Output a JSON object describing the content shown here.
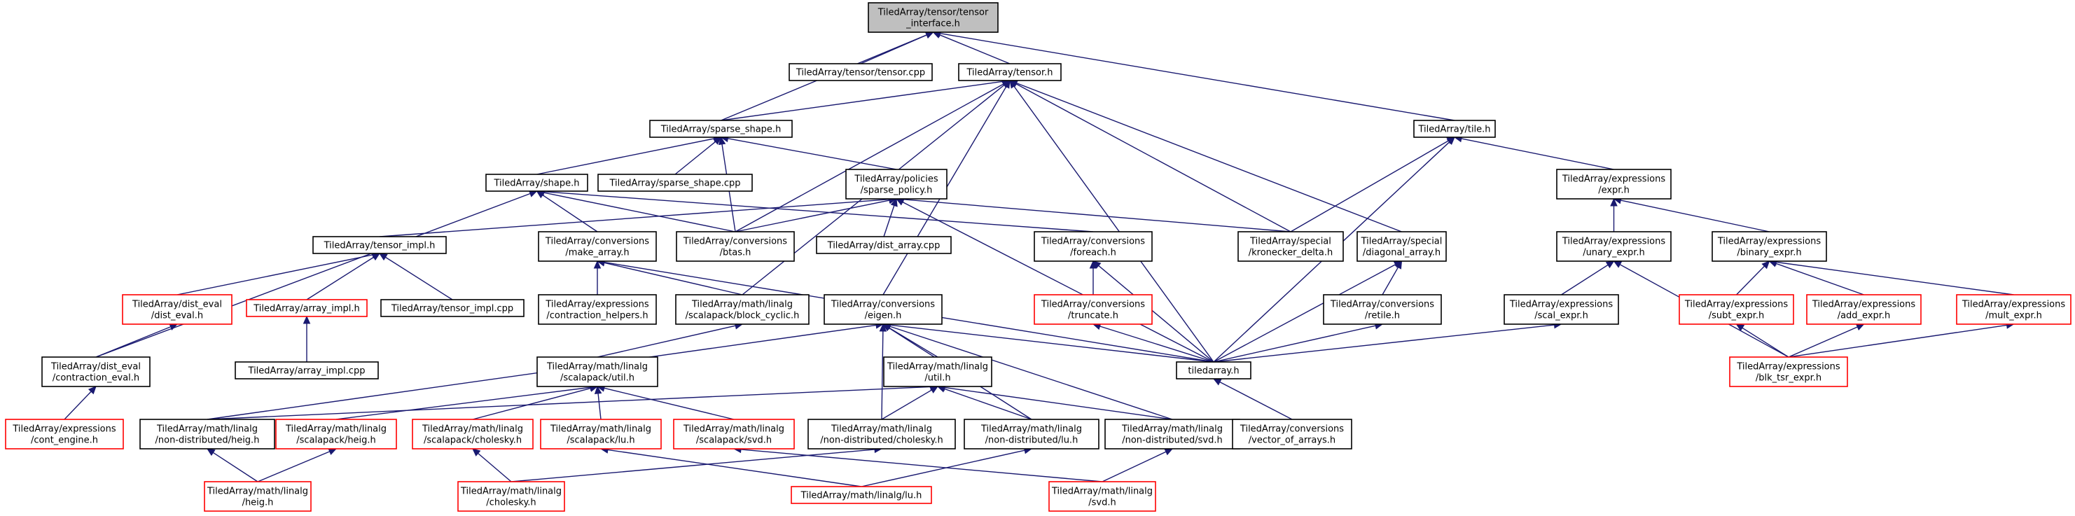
{
  "colors": {
    "edge": "#191970",
    "root_fill": "#bfbfbf",
    "node_border": "#000000",
    "incomplete_border": "#ff0000"
  },
  "nodes": [
    {
      "id": "tensor_interface",
      "lines": [
        "TiledArray/tensor/tensor",
        "_interface.h"
      ],
      "border": "root"
    },
    {
      "id": "tensor_cpp",
      "lines": [
        "TiledArray/tensor/tensor.cpp"
      ],
      "border": "black"
    },
    {
      "id": "tensor_h",
      "lines": [
        "TiledArray/tensor.h"
      ],
      "border": "black"
    },
    {
      "id": "tile_h",
      "lines": [
        "TiledArray/tile.h"
      ],
      "border": "black"
    },
    {
      "id": "sparse_shape_h",
      "lines": [
        "TiledArray/sparse_shape.h"
      ],
      "border": "black"
    },
    {
      "id": "shape_h",
      "lines": [
        "TiledArray/shape.h"
      ],
      "border": "black"
    },
    {
      "id": "sparse_shape_cpp",
      "lines": [
        "TiledArray/sparse_shape.cpp"
      ],
      "border": "black"
    },
    {
      "id": "sparse_policy_h",
      "lines": [
        "TiledArray/policies",
        "/sparse_policy.h"
      ],
      "border": "black"
    },
    {
      "id": "expr_h",
      "lines": [
        "TiledArray/expressions",
        "/expr.h"
      ],
      "border": "black"
    },
    {
      "id": "tensor_impl_h",
      "lines": [
        "TiledArray/tensor_impl.h"
      ],
      "border": "black"
    },
    {
      "id": "make_array_h",
      "lines": [
        "TiledArray/conversions",
        "/make_array.h"
      ],
      "border": "black"
    },
    {
      "id": "btas_h",
      "lines": [
        "TiledArray/conversions",
        "/btas.h"
      ],
      "border": "black"
    },
    {
      "id": "dist_array_cpp",
      "lines": [
        "TiledArray/dist_array.cpp"
      ],
      "border": "black"
    },
    {
      "id": "foreach_h",
      "lines": [
        "TiledArray/conversions",
        "/foreach.h"
      ],
      "border": "black"
    },
    {
      "id": "kronecker_delta_h",
      "lines": [
        "TiledArray/special",
        "/kronecker_delta.h"
      ],
      "border": "black"
    },
    {
      "id": "diagonal_array_h",
      "lines": [
        "TiledArray/special",
        "/diagonal_array.h"
      ],
      "border": "black"
    },
    {
      "id": "unary_expr_h",
      "lines": [
        "TiledArray/expressions",
        "/unary_expr.h"
      ],
      "border": "black"
    },
    {
      "id": "binary_expr_h",
      "lines": [
        "TiledArray/expressions",
        "/binary_expr.h"
      ],
      "border": "black"
    },
    {
      "id": "dist_eval_h",
      "lines": [
        "TiledArray/dist_eval",
        "/dist_eval.h"
      ],
      "border": "red"
    },
    {
      "id": "array_impl_h",
      "lines": [
        "TiledArray/array_impl.h"
      ],
      "border": "red"
    },
    {
      "id": "tensor_impl_cpp",
      "lines": [
        "TiledArray/tensor_impl.cpp"
      ],
      "border": "black"
    },
    {
      "id": "contraction_helpers_h",
      "lines": [
        "TiledArray/expressions",
        "/contraction_helpers.h"
      ],
      "border": "black"
    },
    {
      "id": "block_cyclic_h",
      "lines": [
        "TiledArray/math/linalg",
        "/scalapack/block_cyclic.h"
      ],
      "border": "black"
    },
    {
      "id": "eigen_h",
      "lines": [
        "TiledArray/conversions",
        "/eigen.h"
      ],
      "border": "black"
    },
    {
      "id": "truncate_h",
      "lines": [
        "TiledArray/conversions",
        "/truncate.h"
      ],
      "border": "red"
    },
    {
      "id": "retile_h",
      "lines": [
        "TiledArray/conversions",
        "/retile.h"
      ],
      "border": "black"
    },
    {
      "id": "scal_expr_h",
      "lines": [
        "TiledArray/expressions",
        "/scal_expr.h"
      ],
      "border": "black"
    },
    {
      "id": "subt_expr_h",
      "lines": [
        "TiledArray/expressions",
        "/subt_expr.h"
      ],
      "border": "red"
    },
    {
      "id": "add_expr_h",
      "lines": [
        "TiledArray/expressions",
        "/add_expr.h"
      ],
      "border": "red"
    },
    {
      "id": "mult_expr_h",
      "lines": [
        "TiledArray/expressions",
        "/mult_expr.h"
      ],
      "border": "red"
    },
    {
      "id": "contraction_eval_h",
      "lines": [
        "TiledArray/dist_eval",
        "/contraction_eval.h"
      ],
      "border": "black"
    },
    {
      "id": "array_impl_cpp",
      "lines": [
        "TiledArray/array_impl.cpp"
      ],
      "border": "black"
    },
    {
      "id": "scalapack_util_h",
      "lines": [
        "TiledArray/math/linalg",
        "/scalapack/util.h"
      ],
      "border": "black"
    },
    {
      "id": "linalg_util_h",
      "lines": [
        "TiledArray/math/linalg",
        "/util.h"
      ],
      "border": "black"
    },
    {
      "id": "tiledarray_h",
      "lines": [
        "tiledarray.h"
      ],
      "border": "black"
    },
    {
      "id": "blk_tsr_expr_h",
      "lines": [
        "TiledArray/expressions",
        "/blk_tsr_expr.h"
      ],
      "border": "red"
    },
    {
      "id": "cont_engine_h",
      "lines": [
        "TiledArray/expressions",
        "/cont_engine.h"
      ],
      "border": "red"
    },
    {
      "id": "nd_heig_h",
      "lines": [
        "TiledArray/math/linalg",
        "/non-distributed/heig.h"
      ],
      "border": "black"
    },
    {
      "id": "sp_heig_h",
      "lines": [
        "TiledArray/math/linalg",
        "/scalapack/heig.h"
      ],
      "border": "red"
    },
    {
      "id": "sp_cholesky_h",
      "lines": [
        "TiledArray/math/linalg",
        "/scalapack/cholesky.h"
      ],
      "border": "red"
    },
    {
      "id": "sp_lu_h",
      "lines": [
        "TiledArray/math/linalg",
        "/scalapack/lu.h"
      ],
      "border": "red"
    },
    {
      "id": "sp_svd_h",
      "lines": [
        "TiledArray/math/linalg",
        "/scalapack/svd.h"
      ],
      "border": "red"
    },
    {
      "id": "nd_cholesky_h",
      "lines": [
        "TiledArray/math/linalg",
        "/non-distributed/cholesky.h"
      ],
      "border": "black"
    },
    {
      "id": "nd_lu_h",
      "lines": [
        "TiledArray/math/linalg",
        "/non-distributed/lu.h"
      ],
      "border": "black"
    },
    {
      "id": "nd_svd_h",
      "lines": [
        "TiledArray/math/linalg",
        "/non-distributed/svd.h"
      ],
      "border": "black"
    },
    {
      "id": "vector_of_arrays_h",
      "lines": [
        "TiledArray/conversions",
        "/vector_of_arrays.h"
      ],
      "border": "black"
    },
    {
      "id": "heig_h",
      "lines": [
        "TiledArray/math/linalg",
        "/heig.h"
      ],
      "border": "red"
    },
    {
      "id": "cholesky_h",
      "lines": [
        "TiledArray/math/linalg",
        "/cholesky.h"
      ],
      "border": "red"
    },
    {
      "id": "lu_h",
      "lines": [
        "TiledArray/math/linalg/lu.h"
      ],
      "border": "red"
    },
    {
      "id": "svd_h",
      "lines": [
        "TiledArray/math/linalg",
        "/svd.h"
      ],
      "border": "red"
    }
  ],
  "edges": [
    [
      "tensor_interface",
      "tensor_cpp"
    ],
    [
      "tensor_interface",
      "tensor_h"
    ],
    [
      "tensor_interface",
      "tile_h"
    ],
    [
      "tensor_interface",
      "sparse_shape_h"
    ],
    [
      "tensor_h",
      "sparse_shape_h"
    ],
    [
      "tensor_h",
      "btas_h"
    ],
    [
      "tensor_h",
      "kronecker_delta_h"
    ],
    [
      "tensor_h",
      "diagonal_array_h"
    ],
    [
      "tensor_h",
      "block_cyclic_h"
    ],
    [
      "tensor_h",
      "eigen_h"
    ],
    [
      "tensor_h",
      "tiledarray_h"
    ],
    [
      "tile_h",
      "kronecker_delta_h"
    ],
    [
      "tile_h",
      "expr_h"
    ],
    [
      "tile_h",
      "tiledarray_h"
    ],
    [
      "sparse_shape_h",
      "shape_h"
    ],
    [
      "sparse_shape_h",
      "sparse_shape_cpp"
    ],
    [
      "sparse_shape_h",
      "sparse_policy_h"
    ],
    [
      "sparse_shape_h",
      "btas_h"
    ],
    [
      "shape_h",
      "contraction_eval_h"
    ],
    [
      "shape_h",
      "make_array_h"
    ],
    [
      "shape_h",
      "btas_h"
    ],
    [
      "shape_h",
      "foreach_h"
    ],
    [
      "sparse_policy_h",
      "tensor_impl_h"
    ],
    [
      "sparse_policy_h",
      "btas_h"
    ],
    [
      "sparse_policy_h",
      "dist_array_cpp"
    ],
    [
      "sparse_policy_h",
      "kronecker_delta_h"
    ],
    [
      "sparse_policy_h",
      "tiledarray_h"
    ],
    [
      "expr_h",
      "unary_expr_h"
    ],
    [
      "expr_h",
      "binary_expr_h"
    ],
    [
      "tensor_impl_h",
      "dist_eval_h"
    ],
    [
      "tensor_impl_h",
      "array_impl_h"
    ],
    [
      "tensor_impl_h",
      "tensor_impl_cpp"
    ],
    [
      "make_array_h",
      "contraction_helpers_h"
    ],
    [
      "make_array_h",
      "block_cyclic_h"
    ],
    [
      "make_array_h",
      "tiledarray_h"
    ],
    [
      "foreach_h",
      "truncate_h"
    ],
    [
      "foreach_h",
      "tiledarray_h"
    ],
    [
      "diagonal_array_h",
      "retile_h"
    ],
    [
      "diagonal_array_h",
      "tiledarray_h"
    ],
    [
      "unary_expr_h",
      "scal_expr_h"
    ],
    [
      "unary_expr_h",
      "blk_tsr_expr_h"
    ],
    [
      "binary_expr_h",
      "subt_expr_h"
    ],
    [
      "binary_expr_h",
      "add_expr_h"
    ],
    [
      "binary_expr_h",
      "mult_expr_h"
    ],
    [
      "dist_eval_h",
      "contraction_eval_h"
    ],
    [
      "array_impl_h",
      "array_impl_cpp"
    ],
    [
      "block_cyclic_h",
      "scalapack_util_h"
    ],
    [
      "eigen_h",
      "linalg_util_h"
    ],
    [
      "eigen_h",
      "tiledarray_h"
    ],
    [
      "eigen_h",
      "nd_heig_h"
    ],
    [
      "eigen_h",
      "nd_cholesky_h"
    ],
    [
      "eigen_h",
      "nd_lu_h"
    ],
    [
      "eigen_h",
      "nd_svd_h"
    ],
    [
      "truncate_h",
      "tiledarray_h"
    ],
    [
      "retile_h",
      "tiledarray_h"
    ],
    [
      "scal_expr_h",
      "tiledarray_h"
    ],
    [
      "subt_expr_h",
      "blk_tsr_expr_h"
    ],
    [
      "add_expr_h",
      "blk_tsr_expr_h"
    ],
    [
      "mult_expr_h",
      "blk_tsr_expr_h"
    ],
    [
      "contraction_eval_h",
      "cont_engine_h"
    ],
    [
      "scalapack_util_h",
      "sp_heig_h"
    ],
    [
      "scalapack_util_h",
      "sp_cholesky_h"
    ],
    [
      "scalapack_util_h",
      "sp_lu_h"
    ],
    [
      "scalapack_util_h",
      "sp_svd_h"
    ],
    [
      "linalg_util_h",
      "nd_heig_h"
    ],
    [
      "linalg_util_h",
      "nd_cholesky_h"
    ],
    [
      "linalg_util_h",
      "nd_lu_h"
    ],
    [
      "linalg_util_h",
      "nd_svd_h"
    ],
    [
      "tiledarray_h",
      "vector_of_arrays_h"
    ],
    [
      "nd_heig_h",
      "heig_h"
    ],
    [
      "sp_heig_h",
      "heig_h"
    ],
    [
      "sp_cholesky_h",
      "cholesky_h"
    ],
    [
      "sp_lu_h",
      "lu_h"
    ],
    [
      "sp_svd_h",
      "svd_h"
    ],
    [
      "nd_cholesky_h",
      "cholesky_h"
    ],
    [
      "nd_lu_h",
      "lu_h"
    ],
    [
      "nd_svd_h",
      "svd_h"
    ]
  ]
}
